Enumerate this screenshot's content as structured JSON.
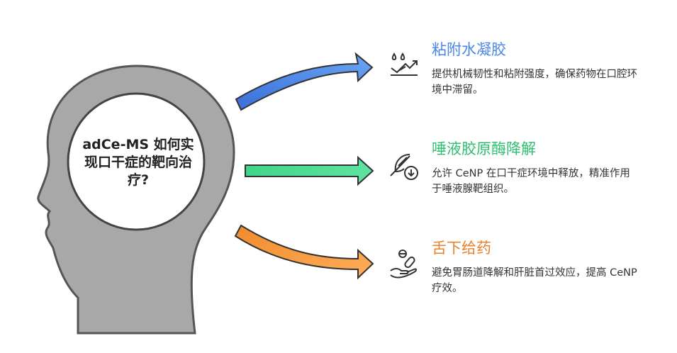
{
  "center": {
    "question": "adCe-MS 如何实现口干症的靶向治疗?"
  },
  "items": [
    {
      "title": "粘附水凝胶",
      "description": "提供机械韧性和粘附强度，确保药物在口腔环境中滞留。",
      "color": "#4a86e8",
      "icon": "droplets-trend-icon"
    },
    {
      "title": "唾液胶原酶降解",
      "description": "允许 CeNP 在口干症环境中释放，精准作用于唾液腺靶组织。",
      "color": "#2fbf71",
      "icon": "leaf-download-icon"
    },
    {
      "title": "舌下给药",
      "description": "避免胃肠道降解和肝脏首过效应，提高 CeNP 疗效。",
      "color": "#e8812a",
      "icon": "pill-hand-icon"
    }
  ]
}
